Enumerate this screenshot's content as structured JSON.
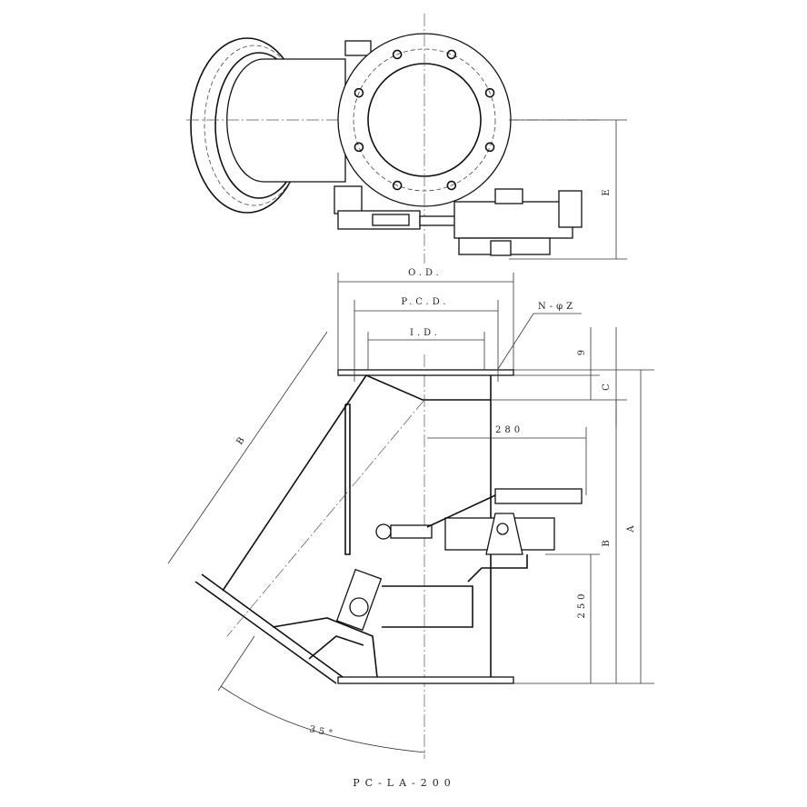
{
  "drawing": {
    "title": "PC-LA-200",
    "labels": {
      "od": "O.D.",
      "pcd": "P.C.D.",
      "id": "I.D.",
      "holes": "N-φZ",
      "thickness": "9",
      "c": "C",
      "a": "A",
      "b_vertical": "B",
      "b_slant": "B",
      "e": "E",
      "offset_280": "280",
      "height_250": "250",
      "angle": "35°"
    },
    "colors": {
      "line": "#111111",
      "background": "#ffffff"
    }
  }
}
